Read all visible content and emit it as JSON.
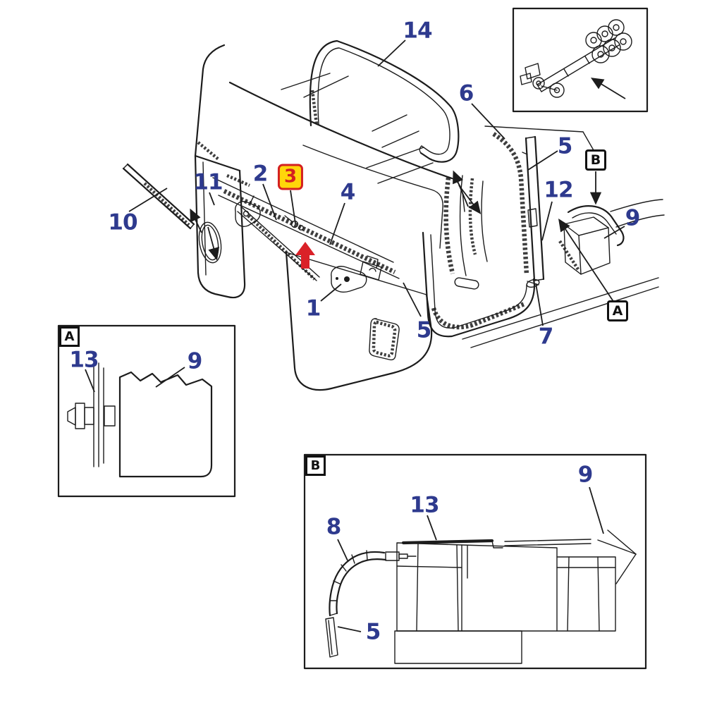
{
  "figure_type": "parts-diagram",
  "colors": {
    "bg": "#ffffff",
    "line": "#1c1c1c",
    "label": "#2e3a8e",
    "highlight_bg": "#ffd60a",
    "highlight_fg": "#d42020",
    "red_arrow": "#da2128"
  },
  "callouts": {
    "main": {
      "n1": "1",
      "n2": "2",
      "n3": "3",
      "n4": "4",
      "n5_top": "5",
      "n5_bottom": "5",
      "n6": "6",
      "n7": "7",
      "n9_right": "9",
      "n10": "10",
      "n11": "11",
      "n12": "12",
      "n14": "14",
      "box_a": "A",
      "box_b": "B"
    },
    "inset_a": {
      "corner": "A",
      "n13": "13",
      "n9": "9"
    },
    "inset_b": {
      "corner": "B",
      "n8": "8",
      "n13": "13",
      "n9": "9",
      "n5": "5"
    }
  }
}
